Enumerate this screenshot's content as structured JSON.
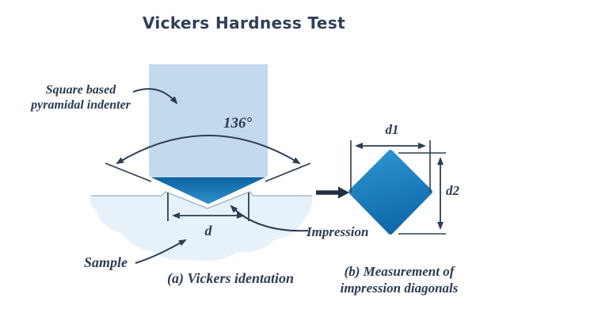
{
  "title": "Vickers Hardness Test",
  "panel_a": {
    "caption": "(a) Vickers identation",
    "indenter_label_line1": "Square based",
    "indenter_label_line2": "pyramidal indenter",
    "angle_label": "136°",
    "diagonal_label": "d",
    "impression_label": "Impression",
    "sample_label": "Sample"
  },
  "panel_b": {
    "caption_line1": "(b) Measurement of",
    "caption_line2": "impression diagonals",
    "d1_label": "d1",
    "d2_label": "d2"
  },
  "colors": {
    "background": "#ffffff",
    "title_text": "#2e3f58",
    "label_text": "#2b3b52",
    "annotation_line": "#2c3e54",
    "indenter_fill": "#c3d9ee",
    "indenter_tip_gradient_top": "#0c62a3",
    "indenter_tip_gradient_bottom": "#2f92cc",
    "impression_gradient_top": "#2b92d0",
    "impression_gradient_bottom": "#0e66a8",
    "sample_fill": "#e7f1f9",
    "sample_surface_line": "#a9bccb",
    "transition_arrow": "#222f3d"
  }
}
